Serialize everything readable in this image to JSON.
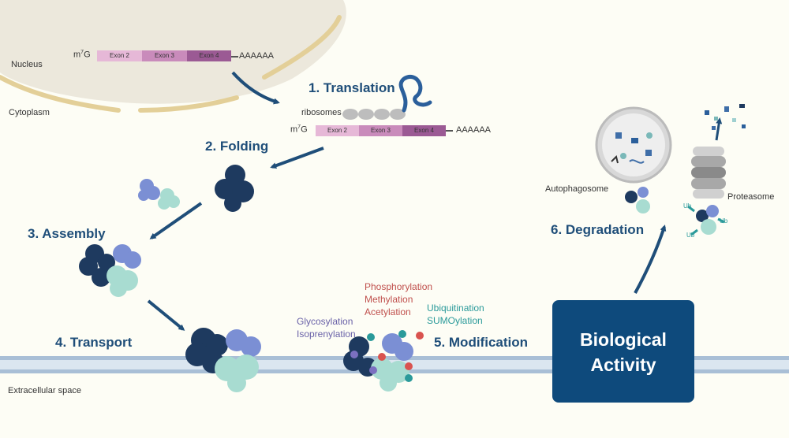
{
  "compartments": {
    "nucleus": "Nucleus",
    "cytoplasm": "Cytoplasm",
    "extracellular": "Extracellular space"
  },
  "mrna": {
    "cap_prefix": "m",
    "cap_sup": "7",
    "cap_suffix": "G",
    "exons": [
      "Exon 2",
      "Exon 3",
      "Exon 4"
    ],
    "polya": "AAAAAA"
  },
  "labels": {
    "ribosomes": "ribosomes",
    "autophagosome": "Autophagosome",
    "proteasome": "Proteasome",
    "ub": "Ub"
  },
  "steps": {
    "translation": "1. Translation",
    "folding": "2. Folding",
    "assembly": "3. Assembly",
    "transport": "4. Transport",
    "modification": "5. Modification",
    "degradation": "6. Degradation"
  },
  "modifications": {
    "red": [
      "Phosphorylation",
      "Methylation",
      "Acetylation"
    ],
    "purple": [
      "Glycosylation",
      "Isoprenylation"
    ],
    "teal": [
      "Ubiquitination",
      "SUMOylation"
    ]
  },
  "biological_activity": {
    "line1": "Biological",
    "line2": "Activity"
  },
  "colors": {
    "step_text": "#1f4e79",
    "dark_protein": "#1e3a5f",
    "purple_protein": "#7b8fd4",
    "teal_protein": "#a8dcd1",
    "activity_box": "#0e4a7c"
  }
}
